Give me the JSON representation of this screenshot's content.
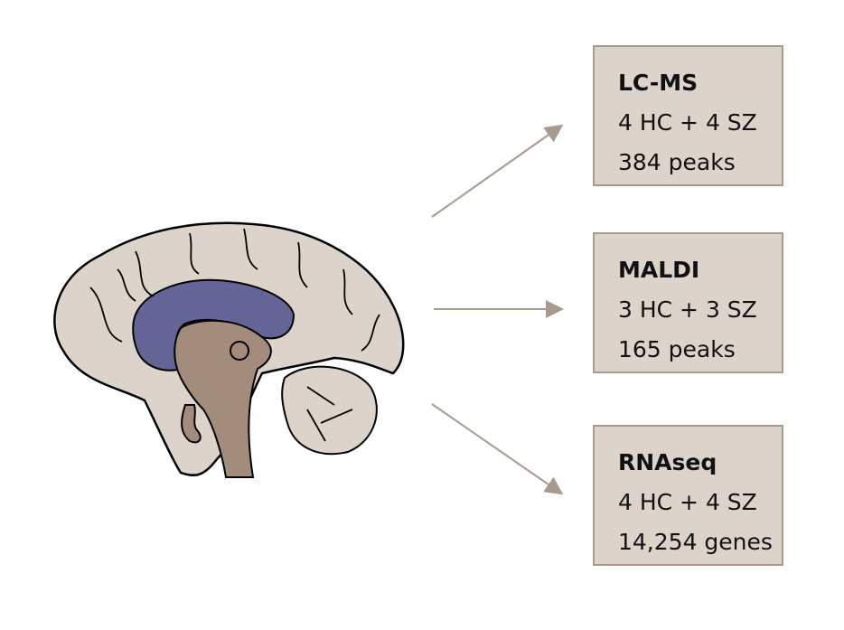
{
  "colors": {
    "box_fill": "#dcd3cb",
    "box_border": "#a89a8c",
    "arrow": "#a89a8c",
    "brain_cortex": "#dcd3cb",
    "brain_stem": "#a48c7c",
    "ventricle": "#646496"
  },
  "brain": {
    "icon": "brain-sagittal-illustration"
  },
  "boxes": [
    {
      "title": "LC-MS",
      "samples": "4 HC + 4 SZ",
      "count": "384 peaks"
    },
    {
      "title": "MALDI",
      "samples": "3 HC + 3 SZ",
      "count": "165 peaks"
    },
    {
      "title": "RNAseq",
      "samples": "4 HC + 4 SZ",
      "count": "14,254 genes"
    }
  ]
}
